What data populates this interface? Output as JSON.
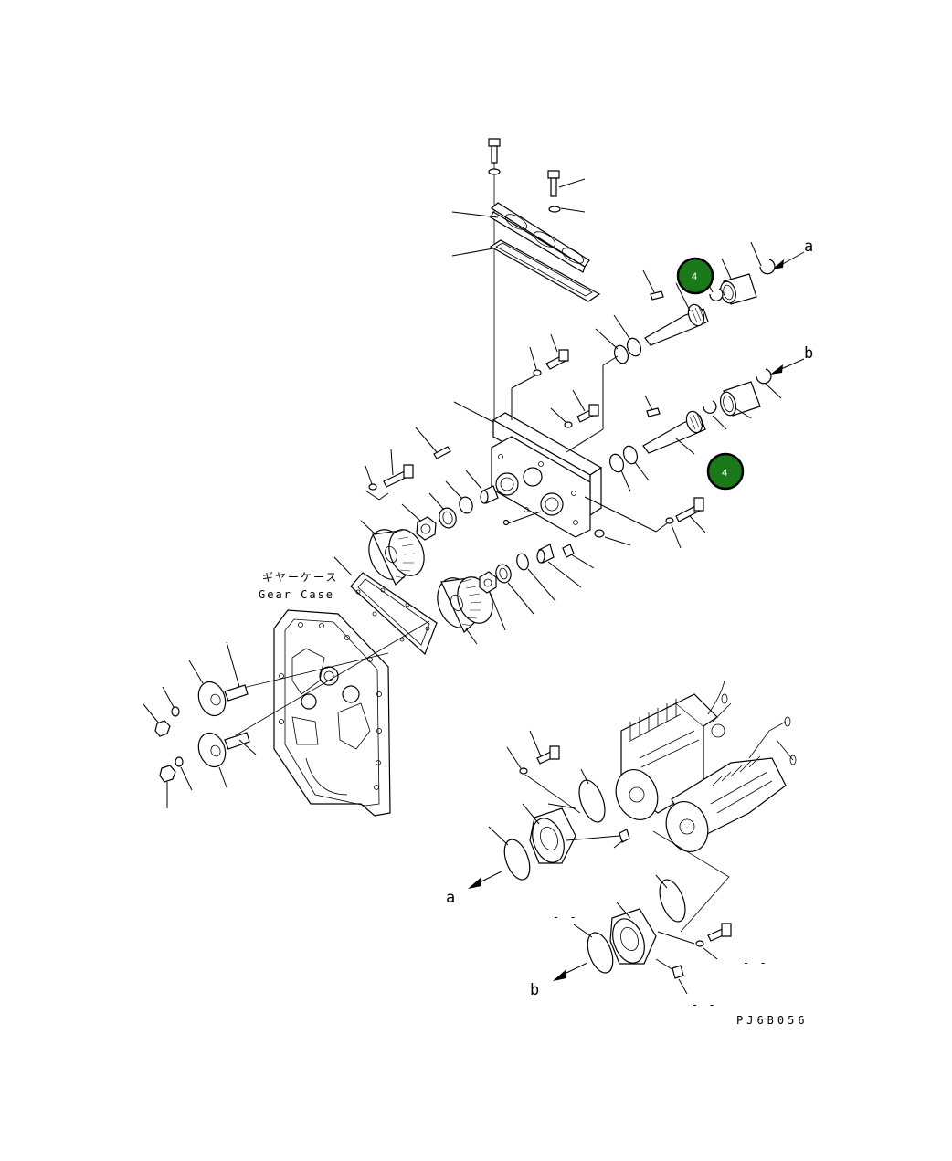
{
  "diagram": {
    "callouts": {
      "a_top": "a",
      "b_top": "b",
      "a_bottom": "a",
      "b_bottom": "b"
    },
    "gear_case_jp": "ギヤーケース",
    "gear_case_en": "Gear Case",
    "drawing_code": "PJ6B056",
    "badge_1": "4",
    "badge_2": "4",
    "dash_1": "- -",
    "dash_2": "- -",
    "dash_3": "- -"
  }
}
